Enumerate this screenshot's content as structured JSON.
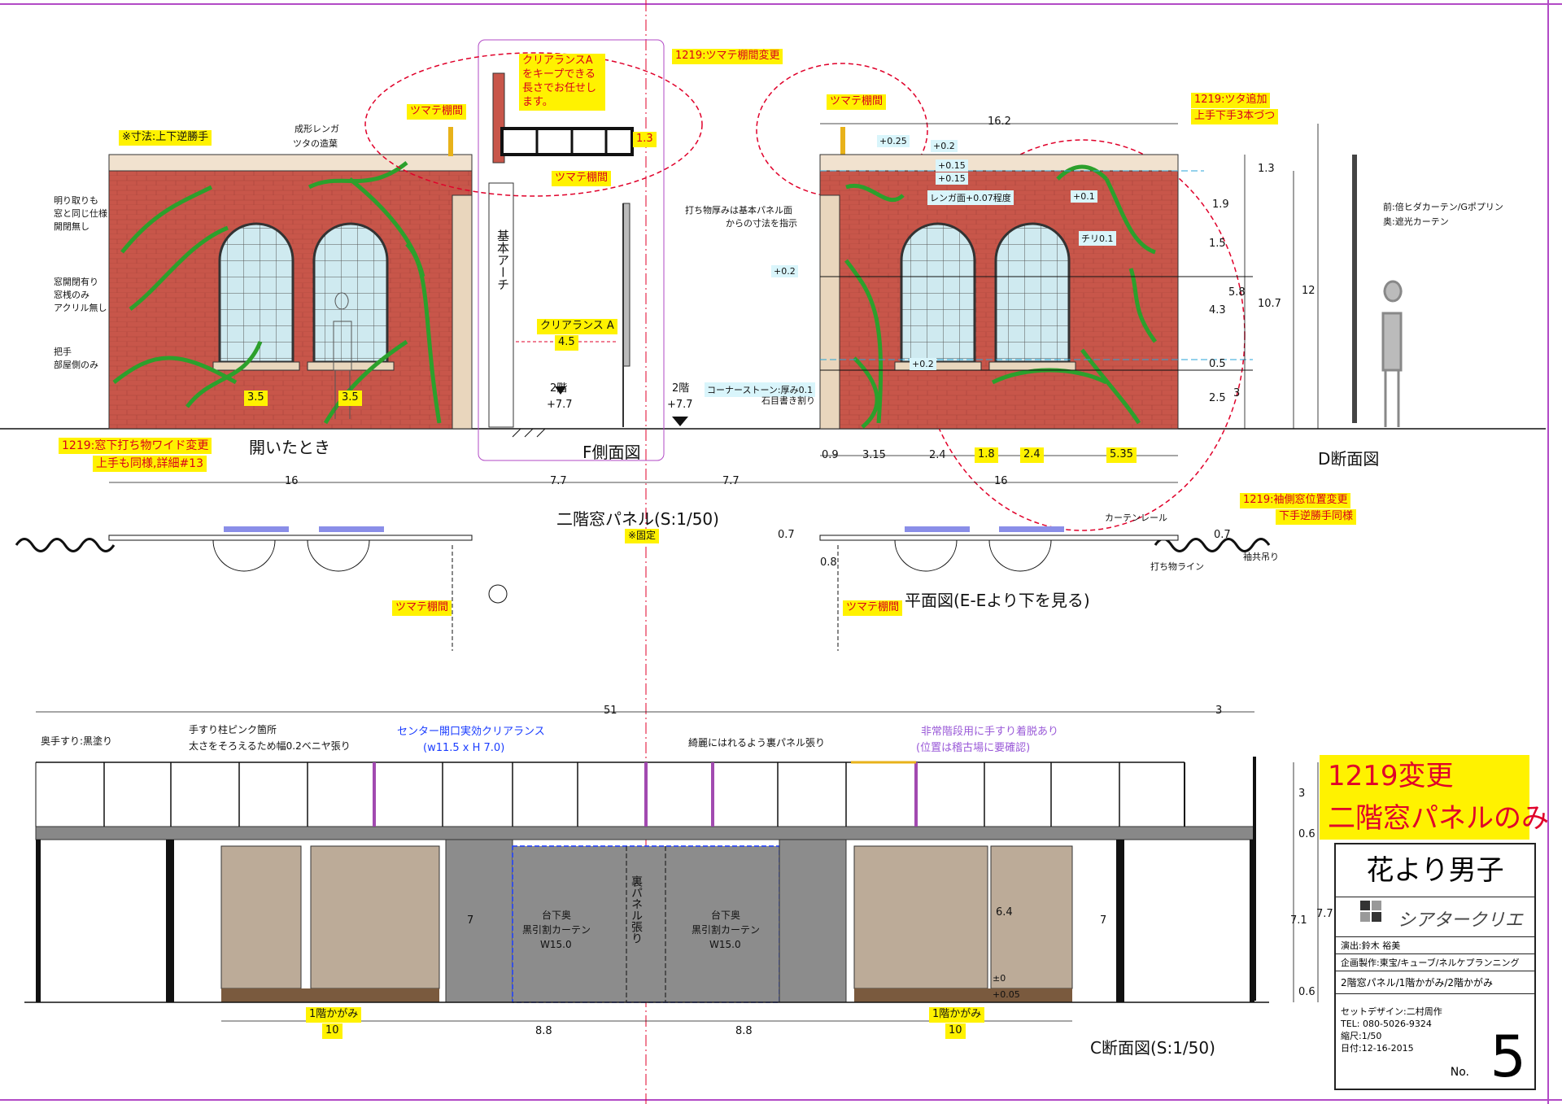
{
  "sheet_title": "二階窓パネル(S:1/50)",
  "elevation_left": {
    "label": "開いたとき",
    "notes": {
      "dim_rule": "※寸法:上下逆勝手",
      "brick": "成形レンガ",
      "ivy": "ツタの造葉",
      "window1_a": "明り取りも",
      "window1_b": "窓と同じ仕様",
      "window1_c": "開閉無し",
      "window2_a": "窓開閉有り",
      "window2_b": "窓桟のみ",
      "window2_c": "アクリル無し",
      "handle_a": "把手",
      "handle_b": "部屋側のみ"
    },
    "change_note_1": "1219:窓下打ち物ワイド変更",
    "change_note_2": "上手も同様,詳細#13",
    "dim_35a": "3.5",
    "dim_35b": "3.5",
    "width": "16"
  },
  "side_view": {
    "label": "F側面図",
    "arch": "基本アーチ",
    "clearance_note": "クリアランスAをキープできる長さでお任せします。",
    "clearance_label": "クリアランス A",
    "clearance_value": "4.5",
    "tsumate": "ツマテ棚間",
    "tsumate2": "ツマテ棚間",
    "dim_13": "1.3",
    "floor2": "2階",
    "floor2_level": "+7.7",
    "width": "7.7"
  },
  "elevation_right": {
    "change_note_top": "1219:ツマテ棚間変更",
    "tsumate": "ツマテ棚間",
    "ivy_note_1": "1219:ツタ追加",
    "ivy_note_2": "上手下手3本づつ",
    "thick_note_1": "打ち物厚みは基本パネル面",
    "thick_note_2": "からの寸法を指示",
    "brick_face": "レンガ面+0.07程度",
    "chiri": "チリ0.1",
    "corner_1": "コーナーストーン:厚み0.1",
    "corner_2": "石目書き割り",
    "offsets": [
      "+0.25",
      "+0.2",
      "+0.15",
      "+0.15",
      "+0.1",
      "+0.2",
      "+0.2"
    ],
    "floor2": "2階",
    "floor2_level": "+7.7",
    "top_width": "16.2",
    "dims_bottom": [
      "0.9",
      "3.15",
      "2.4",
      "1.8",
      "2.4",
      "5.35"
    ],
    "width": "16",
    "dims_right": [
      "1.3",
      "1.9",
      "1.5",
      "5.8",
      "4.3",
      "10.7",
      "12",
      "0.5",
      "2.5",
      "3"
    ],
    "window_change_1": "1219:袖側窓位置変更",
    "window_change_2": "下手逆勝手同様",
    "center_width": "7.7"
  },
  "section_d": {
    "label": "D断面図",
    "front": "前:倍ヒダカーテン/Gポプリン",
    "back": "奥:遮光カーテン"
  },
  "plan": {
    "label": "平面図(E-Eより下を見る)",
    "fixed": "※固定",
    "curtain_rail": "カーテンレール",
    "uchimono_line": "打ち物ライン",
    "sode": "袖共吊り",
    "dim_07a": "0.7",
    "dim_07b": "0.7",
    "dim_08": "0.8",
    "tsumate_l": "ツマテ棚間",
    "tsumate_r": "ツマテ棚間"
  },
  "section_c": {
    "label": "C断面図(S:1/50)",
    "rail_note": "奥手すり:黒塗り",
    "pink_1": "手すり柱ピンク箇所",
    "pink_2": "太さをそろえるため幅0.2ベニヤ張り",
    "center_1": "センター開口実効クリアランス",
    "center_2": "(w11.5 x H 7.0)",
    "back_panel": "綺麗にはれるよう裏パネル張り",
    "emergency_1": "非常階段用に手すり着脱あり",
    "emergency_2": "(位置は稽古場に要確認)",
    "curtain_l_1": "台下奥",
    "curtain_l_2": "黒引割カーテン",
    "curtain_l_3": "W15.0",
    "curtain_r_1": "台下奥",
    "curtain_r_2": "黒引割カーテン",
    "curtain_r_3": "W15.0",
    "ura_panel": "裏パネル張り",
    "mirror_l": "1階かがみ",
    "mirror_l_w": "10",
    "mirror_r": "1階かがみ",
    "mirror_r_w": "10",
    "dim_88a": "8.8",
    "dim_88b": "8.8",
    "dim_51": "51",
    "dim_3top": "3",
    "dim_7": "7",
    "dim_64": "6.4",
    "dim_7b": "7",
    "dim_pm0": "±0",
    "dim_005": "+0.05",
    "dim_right": [
      "3",
      "0.6",
      "7.1",
      "7.7",
      "0.6"
    ]
  },
  "change_box": {
    "line1": "1219変更",
    "line2": "二階窓パネルのみ"
  },
  "title_block": {
    "show": "花より男子",
    "company": "シアタークリエ",
    "director": "演出:鈴木 裕美",
    "production": "企画製作:東宝/キューブ/ネルケプランニング",
    "sheet": "2階窓パネル/1階かがみ/2階かがみ",
    "designer": "セットデザイン:二村周作",
    "tel": "TEL: 080-5026-9324",
    "scale": "縮尺:1/50",
    "date": "日付:12-16-2015",
    "no_label": "No.",
    "no": "5"
  },
  "colors": {
    "brick": "#c8564a",
    "ivy": "#2ca02c",
    "annotation_red": "#e0002a",
    "highlight": "#fff200",
    "mirror": "#bcab98",
    "curtain": "#8c8c8c",
    "pink_post": "#a24ab0"
  }
}
